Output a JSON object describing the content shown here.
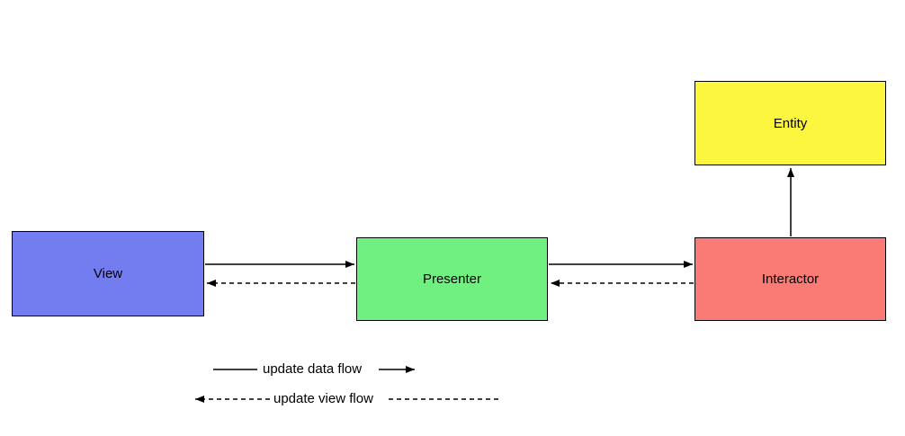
{
  "diagram": {
    "background": "#FFFFFF",
    "line_color": "#000000",
    "nodes": [
      {
        "id": "view",
        "label": "View",
        "color": "#737DF0"
      },
      {
        "id": "presenter",
        "label": "Presenter",
        "color": "#70F081"
      },
      {
        "id": "interactor",
        "label": "Interactor",
        "color": "#FA7B75"
      },
      {
        "id": "entity",
        "label": "Entity",
        "color": "#FDF63F"
      }
    ],
    "edges": [
      {
        "from": "view",
        "to": "presenter",
        "style": "solid"
      },
      {
        "from": "presenter",
        "to": "view",
        "style": "dashed"
      },
      {
        "from": "presenter",
        "to": "interactor",
        "style": "solid"
      },
      {
        "from": "interactor",
        "to": "presenter",
        "style": "dashed"
      },
      {
        "from": "interactor",
        "to": "entity",
        "style": "solid"
      }
    ],
    "legend": [
      {
        "label": "update data flow",
        "style": "solid"
      },
      {
        "label": "update view flow",
        "style": "dashed"
      }
    ]
  }
}
